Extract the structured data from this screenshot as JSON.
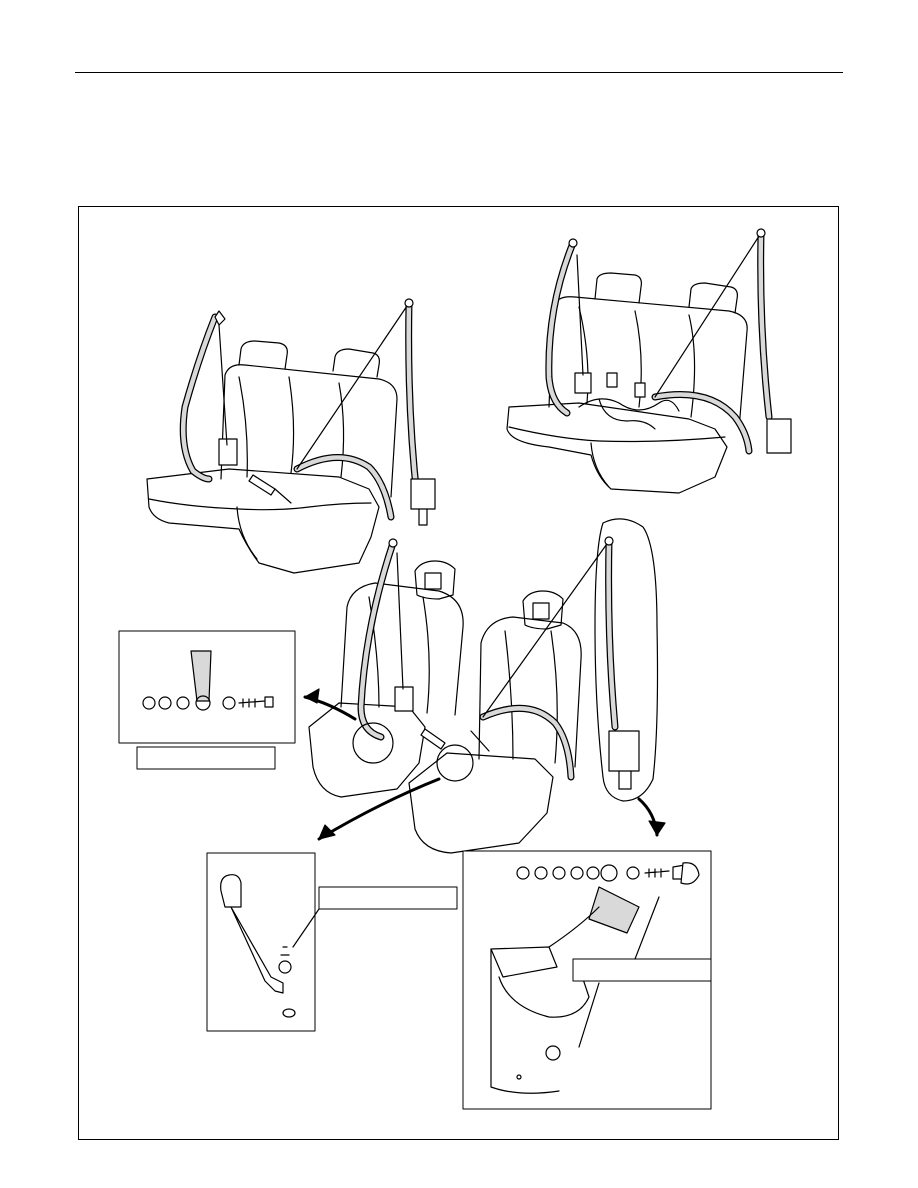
{
  "page": {
    "header_rule": "header rule"
  },
  "figure": {
    "callouts": {
      "anchor_bolt": "",
      "buckle_bolt": "",
      "retractor_bolt": ""
    },
    "views": [
      "rear-bench-seat-belts",
      "rear-bench-seat-belts-alt",
      "front-bucket-seat-belts",
      "anchor-detail",
      "buckle-detail",
      "retractor-detail"
    ]
  },
  "colors": {
    "line": "#000000",
    "paper": "#ffffff",
    "webbing": "#d9d9d9"
  }
}
